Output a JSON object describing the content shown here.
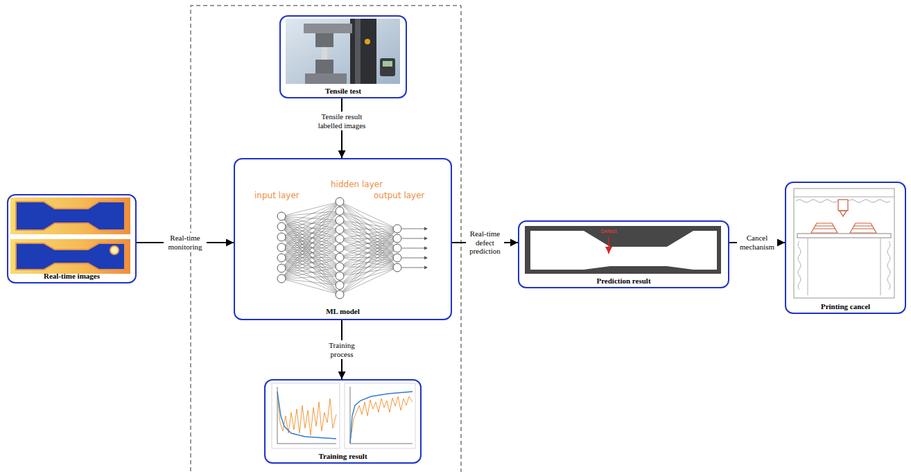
{
  "diagram": {
    "nodes": [
      {
        "text": [
          "Real-time images"
        ]
      },
      {
        "text": [
          "Tensile test"
        ]
      },
      {
        "text": [
          "input layer",
          "hidden layer",
          "output layer",
          "ML model"
        ]
      },
      {
        "text": [
          "Training result"
        ]
      },
      {
        "text": [
          "Defect",
          "Prediction result"
        ]
      },
      {
        "text": [
          "Printing cancel"
        ]
      }
    ],
    "edges": [
      {
        "from": 0,
        "to": 2,
        "arrow": "to",
        "label": "Real-time monitoring"
      },
      {
        "from": 1,
        "to": 2,
        "arrow": "to",
        "label": "Tensile result labelled images"
      },
      {
        "from": 2,
        "to": 3,
        "arrow": "to",
        "label": "Training process"
      },
      {
        "from": 2,
        "to": 4,
        "arrow": "to",
        "label": "Real-time defect prediction"
      },
      {
        "from": 4,
        "to": 5,
        "arrow": "to",
        "label": "Cancel mechanism"
      }
    ]
  }
}
